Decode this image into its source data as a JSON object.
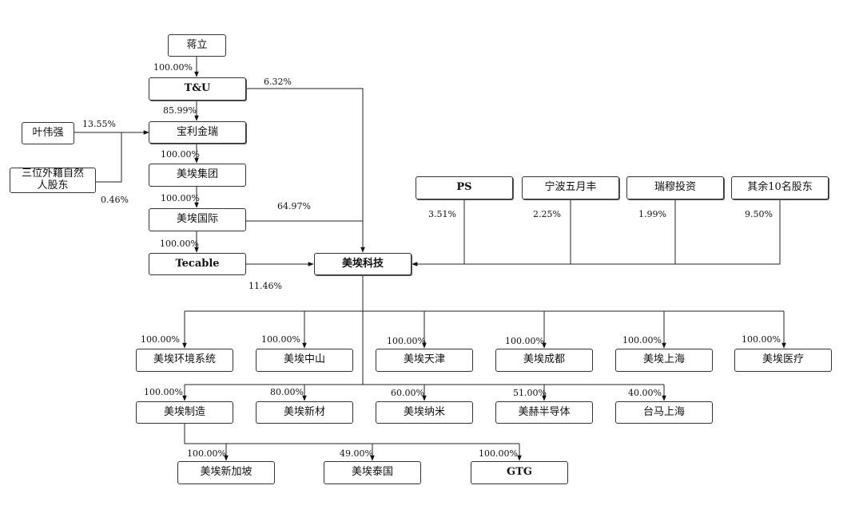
{
  "nodes": {
    "jiangli": "蒋立",
    "tu": "T&U",
    "baoli": "宝利金瑞",
    "yeweiqiang": "叶伟强",
    "three_foreign": "三位外籍自然人股东",
    "meiai_group": "美埃集团",
    "meiai_intl": "美埃国际",
    "tecable": "Tecable",
    "meiai_tech": "美埃科技",
    "ps": "PS",
    "ningbo": "宁波五月丰",
    "ruihe": "瑞穆投资",
    "others": "其余10名股东",
    "env": "美埃环境系统",
    "zhongshan": "美埃中山",
    "tianjin": "美埃天津",
    "chengdu": "美埃成都",
    "shanghai": "美埃上海",
    "medical": "美埃医疗",
    "manufacture": "美埃制造",
    "newmat": "美埃新材",
    "nano": "美埃纳米",
    "semi": "美赫半导体",
    "taima": "台马上海",
    "singapore": "美埃新加坡",
    "thailand": "美埃泰国",
    "gtg": "GTG"
  },
  "percentages": {
    "jiangli_tu": "100.00%",
    "tu_tech": "6.32%",
    "tu_baoli": "85.99%",
    "ye_baoli": "13.55%",
    "three_baoli": "0.46%",
    "baoli_group": "100.00%",
    "group_intl": "100.00%",
    "intl_tech": "64.97%",
    "intl_tecable": "100.00%",
    "tecable_tech": "11.46%",
    "ps": "3.51%",
    "ningbo": "2.25%",
    "ruihe": "1.99%",
    "others": "9.50%",
    "env": "100.00%",
    "zhongshan": "100.00%",
    "tianjin": "100.00%",
    "chengdu": "100.00%",
    "shanghai": "100.00%",
    "medical": "100.00%",
    "manufacture": "100.00%",
    "newmat": "80.00%",
    "nano": "60.00%",
    "semi": "51.00%",
    "taima": "40.00%",
    "singapore": "100.00%",
    "thailand": "49.00%",
    "gtg": "100.00%"
  }
}
